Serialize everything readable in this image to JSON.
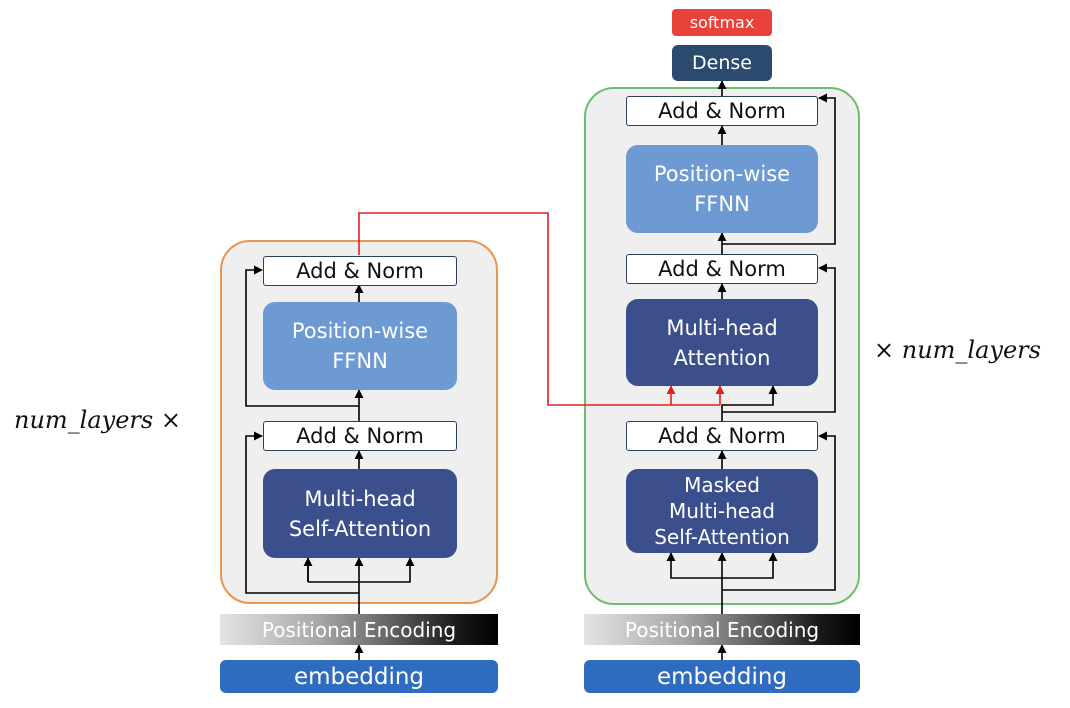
{
  "colors": {
    "encoder_border": "#e8954f",
    "decoder_border": "#6cbd6c",
    "block_fill": "#efefef",
    "cross_link": "#e02020",
    "arrow": "#000000"
  },
  "encoder": {
    "repeat_label": "num_layers ×",
    "add_norm_top": "Add & Norm",
    "ffnn": "Position-wise\nFFNN",
    "add_norm_bottom": "Add & Norm",
    "attention": "Multi-head\nSelf-Attention",
    "positional_encoding": "Positional Encoding",
    "embedding": "embedding"
  },
  "decoder": {
    "repeat_label": "× num_layers",
    "softmax": "softmax",
    "dense": "Dense",
    "add_norm_top": "Add & Norm",
    "ffnn": "Position-wise\nFFNN",
    "add_norm_middle": "Add & Norm",
    "cross_attention": "Multi-head\nAttention",
    "add_norm_bottom": "Add & Norm",
    "masked_attention": "Masked\nMulti-head\nSelf-Attention",
    "positional_encoding": "Positional Encoding",
    "embedding": "embedding"
  }
}
